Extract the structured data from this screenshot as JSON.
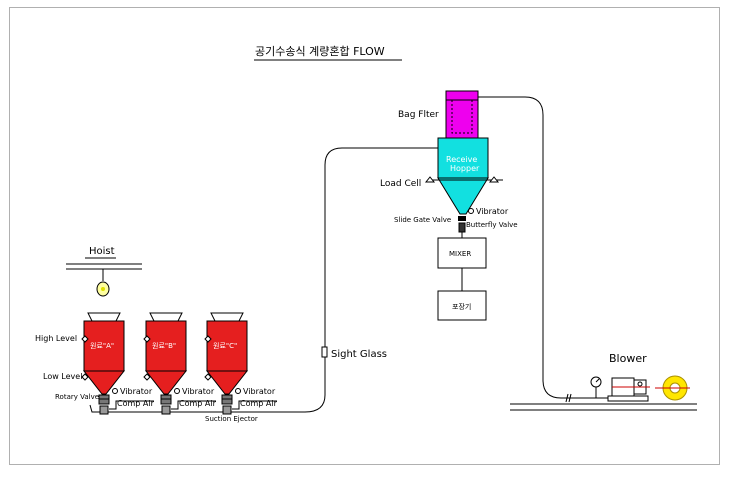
{
  "title": "공기수송식 계량혼합 FLOW",
  "labels": {
    "bag_filter": "Bag Flter",
    "receive_hopper_line1": "Receive",
    "receive_hopper_line2": "Hopper",
    "load_cell": "Load Cell",
    "vibrator_top": "Vibrator",
    "slide_gate_valve": "Slide Gate Valve",
    "butterfly_valve": "Butterfly Valve",
    "mixer": "MIXER",
    "packer": "포장기",
    "hoist": "Hoist",
    "high_level": "High Level",
    "low_level": "Low Level",
    "rotary_valve": "Rotary Valve",
    "sight_glass": "Sight Glass",
    "suction_ejector": "Suction Ejector",
    "blower": "Blower"
  },
  "tanks": [
    {
      "name": "원료\"A\"",
      "vibrator": "Vibrator",
      "comp_air": "Comp Air"
    },
    {
      "name": "원료\"B\"",
      "vibrator": "Vibrator",
      "comp_air": "Comp Air"
    },
    {
      "name": "원료\"C\"",
      "vibrator": "Vibrator",
      "comp_air": "Comp Air"
    }
  ],
  "colors": {
    "tank": "#e51f1f",
    "hopper": "#12e0e0",
    "bag_filter": "#ee00ee",
    "blower_fan": "#ffe600",
    "line": "#000000"
  }
}
